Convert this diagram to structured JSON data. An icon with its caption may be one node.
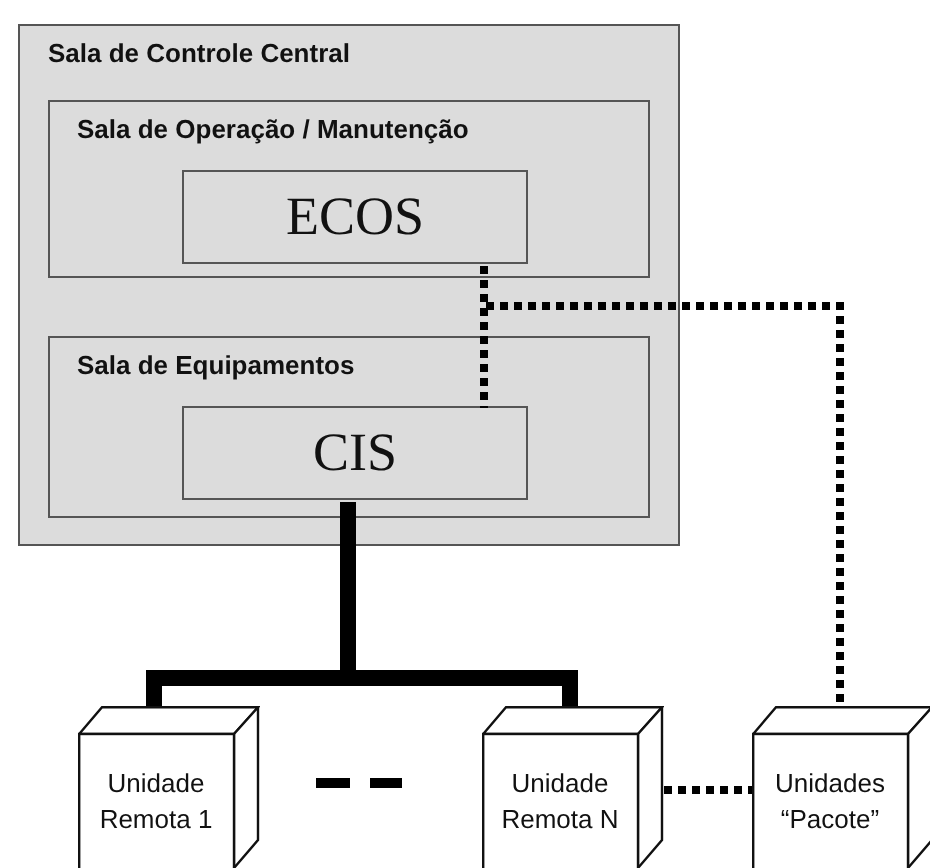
{
  "diagram": {
    "nodes": [
      {
        "text": [
          "Sala de Controle Central"
        ]
      },
      {
        "text": [
          "Sala de Operação / Manutenção"
        ],
        "in": 0
      },
      {
        "text": [
          "ECOS"
        ],
        "in": 1
      },
      {
        "text": [
          "Sala de Equipamentos"
        ],
        "in": 0
      },
      {
        "text": [
          "CIS"
        ],
        "in": 3
      },
      {
        "text": [
          "Unidade Remota 1"
        ]
      },
      {
        "text": [
          "Unidade Remota N"
        ]
      },
      {
        "text": [
          "Unidades “Pacote”"
        ]
      }
    ],
    "edges": [
      {
        "from": 2,
        "to": 4,
        "arrow": "none",
        "style": "dashed"
      },
      {
        "from": 2,
        "to": 7,
        "arrow": "none",
        "style": "dashed"
      },
      {
        "from": 4,
        "to": 5,
        "arrow": "none",
        "style": "thick"
      },
      {
        "from": 4,
        "to": 6,
        "arrow": "none",
        "style": "thick"
      },
      {
        "from": 6,
        "to": 7,
        "arrow": "none",
        "style": "dashed"
      }
    ]
  }
}
